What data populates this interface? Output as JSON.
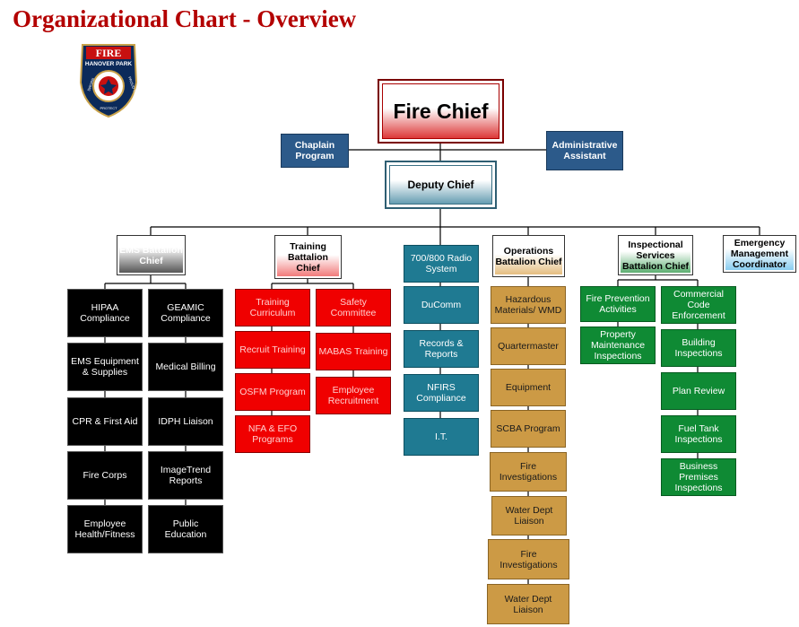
{
  "title": "Organizational Chart - Overview",
  "logo": {
    "top": "FIRE",
    "name": "HANOVER PARK",
    "motto_left": "SWORN",
    "motto_mid": "PROTECT",
    "motto_right": "PROUD TO SERVE"
  },
  "top": {
    "chief": "Fire Chief",
    "chaplain": "Chaplain Program",
    "admin": "Administrative Assistant",
    "deputy": "Deputy Chief"
  },
  "heads": {
    "ems": "EMS Battalion Chief",
    "training": "Training Battalion Chief",
    "operations": "Operations Battalion Chief",
    "inspectional": "Inspectional Services Battalion Chief",
    "emergency": "Emergency Management Coordinator"
  },
  "ems_left": [
    "HIPAA Compliance",
    "EMS Equipment & Supplies",
    "CPR & First Aid",
    "Fire Corps",
    "Employee Health/Fitness"
  ],
  "ems_right": [
    "GEAMIC Compliance",
    "Medical Billing",
    "IDPH Liaison",
    "ImageTrend Reports",
    "Public Education"
  ],
  "training_left": [
    "Training Curriculum",
    "Recruit Training",
    "OSFM Program",
    "NFA & EFO Programs"
  ],
  "training_right": [
    "Safety Committee",
    "MABAS Training",
    "Employee Recruitment"
  ],
  "radio": [
    "700/800 Radio System",
    "DuComm",
    "Records & Reports",
    "NFIRS Compliance",
    "I.T."
  ],
  "operations": [
    "Hazardous Materials/ WMD",
    "Quartermaster",
    "Equipment",
    "SCBA Program",
    "Fire Investigations",
    "Water Dept Liaison",
    "Fire Investigations",
    "Water Dept Liaison"
  ],
  "insp_left": [
    "Fire Prevention Activities",
    "Property Maintenance Inspections"
  ],
  "insp_right": [
    "Commercial Code Enforcement",
    "Building Inspections",
    "Plan Review",
    "Fuel Tank Inspections",
    "Business Premises Inspections"
  ],
  "colors": {
    "title": "#b30000",
    "ems": "#000000",
    "training": "#f00000",
    "radio": "#1f7a92",
    "operations": "#cc9a45",
    "inspectional": "#0f8a34",
    "navy": "#2c5a8a"
  }
}
